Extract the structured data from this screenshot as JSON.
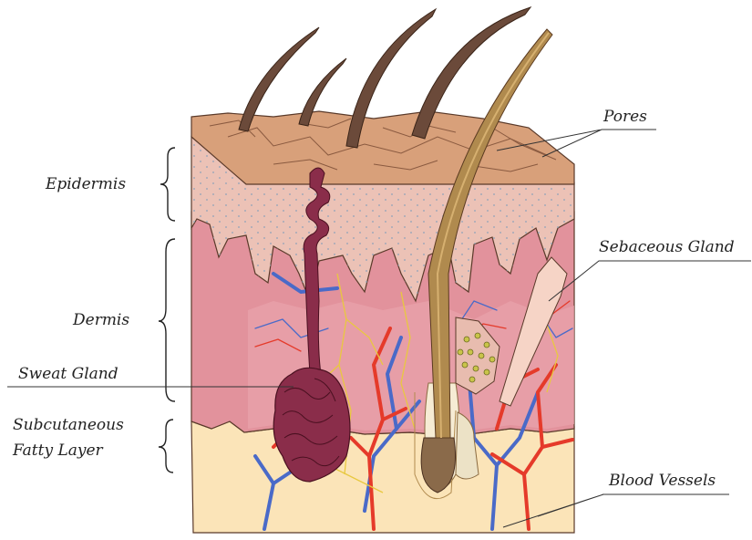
{
  "labels": {
    "epidermis": "Epidermis",
    "dermis": "Dermis",
    "sweat_gland": "Sweat Gland",
    "subcutaneous_1": "Subcutaneous",
    "subcutaneous_2": "Fatty Layer",
    "pores": "Pores",
    "sebaceous_gland": "Sebaceous Gland",
    "blood_vessels": "Blood Vessels"
  },
  "colors": {
    "epidermis_top": "#d8a07a",
    "epidermis_body": "#ecc2b6",
    "dermis": "#e2929c",
    "dermis_front": "#eaa4ad",
    "fat": "#fbe4b8",
    "fat_top": "#f8d9a4",
    "hair": "#6b4a3a",
    "hair_follicle": "#b08a4e",
    "sweat_gland": "#8a2d4a",
    "artery": "#e53a2a",
    "vein": "#4a6ac8",
    "nerve": "#e8c840",
    "sebaceous": "#f6d4c6"
  }
}
